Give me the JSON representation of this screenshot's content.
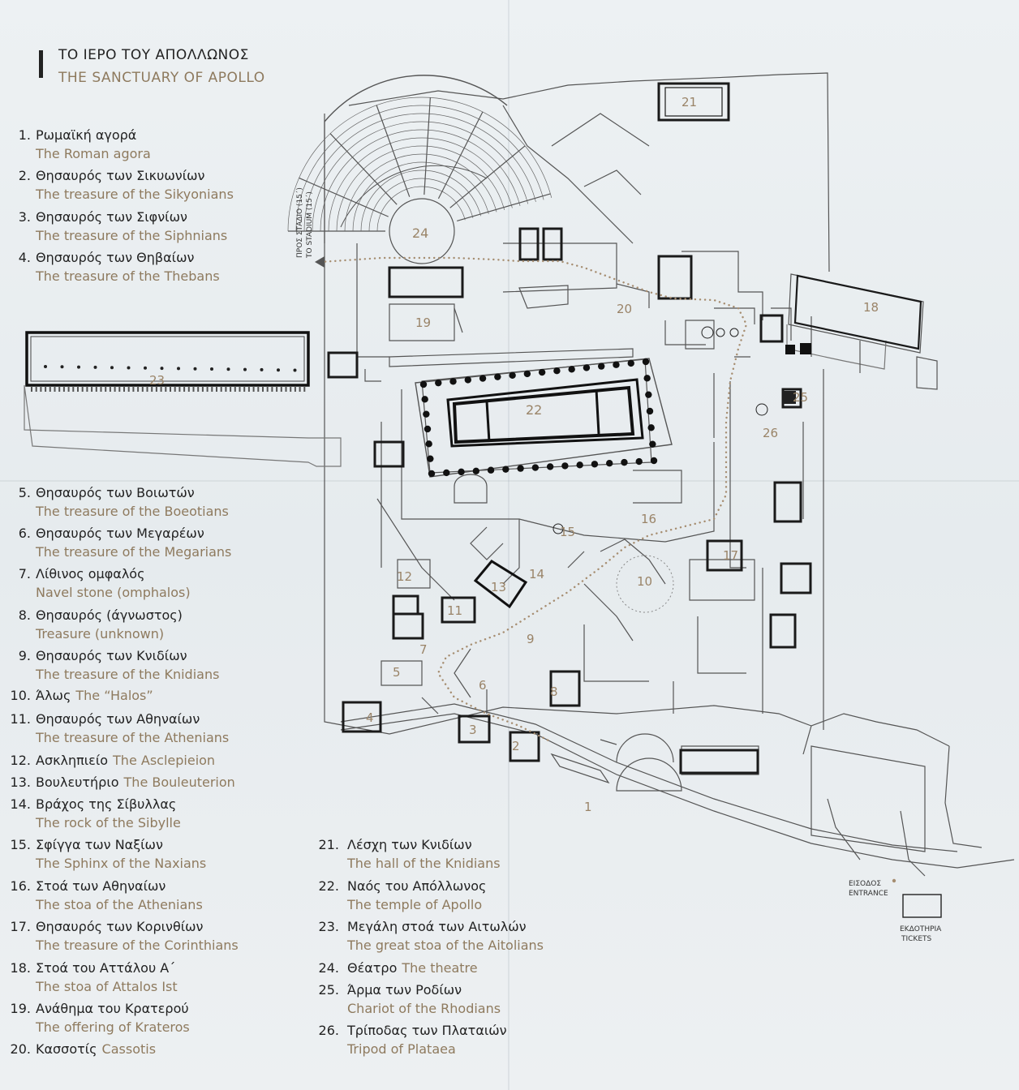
{
  "title": {
    "greek": "ΤΟ ΙΕΡΟ ΤΟΥ ΑΠΟΛΛΩΝΟΣ",
    "english": "THE SANCTUARY OF APOLLO"
  },
  "legend": [
    {
      "num": "1.",
      "gr": "Ρωμαϊκή αγορά",
      "en": "The Roman agora"
    },
    {
      "num": "2.",
      "gr": "Θησαυρός των Σικυωνίων",
      "en": "The treasure of the Sikyonians"
    },
    {
      "num": "3.",
      "gr": "Θησαυρός των Σιφνίων",
      "en": "The treasure of the Siphnians"
    },
    {
      "num": "4.",
      "gr": "Θησαυρός των Θηβαίων",
      "en": "The treasure of the Thebans"
    },
    {
      "num": "5.",
      "gr": "Θησαυρός των Βοιωτών",
      "en": "The treasure of the Boeotians"
    },
    {
      "num": "6.",
      "gr": "Θησαυρός των Μεγαρέων",
      "en": "The treasure of the Megarians"
    },
    {
      "num": "7.",
      "gr": "Λίθινος ομφαλός",
      "en": "Navel stone (omphalos)"
    },
    {
      "num": "8.",
      "gr": "Θησαυρός (άγνωστος)",
      "en": "Treasure (unknown)"
    },
    {
      "num": "9.",
      "gr": "Θησαυρός των Κνιδίων",
      "en": "The treasure of the Knidians"
    },
    {
      "num": "10.",
      "gr": "Άλως",
      "en": "The “Halos”"
    },
    {
      "num": "11.",
      "gr": "Θησαυρός των Αθηναίων",
      "en": "The treasure of the Athenians"
    },
    {
      "num": "12.",
      "gr": "Ασκληπιείο",
      "en": "The Asclepieion"
    },
    {
      "num": "13.",
      "gr": "Βουλευτήριο",
      "en": "The Bouleuterion"
    },
    {
      "num": "14.",
      "gr": "Βράχος της Σίβυλλας",
      "en": "The rock of the Sibylle"
    },
    {
      "num": "15.",
      "gr": "Σφίγγα των Ναξίων",
      "en": "The Sphinx of the Naxians"
    },
    {
      "num": "16.",
      "gr": "Στοά των Αθηναίων",
      "en": "The stoa of the Athenians"
    },
    {
      "num": "17.",
      "gr": "Θησαυρός των Κορινθίων",
      "en": "The treasure of the Corinthians"
    },
    {
      "num": "18.",
      "gr": "Στοά του Αττάλου Α΄",
      "en": "The stoa of Attalos Ist"
    },
    {
      "num": "19.",
      "gr": "Ανάθημα του Κρατερού",
      "en": "The offering of Krateros"
    },
    {
      "num": "20.",
      "gr": "Κασσοτίς",
      "en": "Cassotis"
    },
    {
      "num": "21.",
      "gr": "Λέσχη των Κνιδίων",
      "en": "The hall of the Knidians"
    },
    {
      "num": "22.",
      "gr": "Ναός του Απόλλωνος",
      "en": "The temple of Apollo"
    },
    {
      "num": "23.",
      "gr": "Μεγάλη στοά των Αιτωλών",
      "en": "The great stoa of the Aitolians"
    },
    {
      "num": "24.",
      "gr": "Θέατρο",
      "en": "The theatre"
    },
    {
      "num": "25.",
      "gr": "Άρμα των Ροδίων",
      "en": "Chariot of the Rhodians"
    },
    {
      "num": "26.",
      "gr": "Τρίποδας των Πλαταιών",
      "en": "Tripod of Plataea"
    }
  ],
  "map": {
    "labels": [
      "1",
      "2",
      "3",
      "4",
      "5",
      "6",
      "7",
      "8",
      "9",
      "10",
      "11",
      "12",
      "13",
      "14",
      "15",
      "16",
      "17",
      "18",
      "19",
      "20",
      "21",
      "22",
      "23",
      "24",
      "25",
      "26"
    ],
    "stadium_gr": "ΠΡΟΣ ΣΤΑΔΙΟ (15΄)",
    "stadium_en": "TO STADIUM (15΄)",
    "entrance_gr": "ΕΙΣΟΔΟΣ",
    "entrance_en": "ENTRANCE",
    "tickets_gr": "ΕΚΔΟΤΗΡΙΑ",
    "tickets_en": "TICKETS"
  },
  "colors": {
    "ink": "#222222",
    "label_brown": "#8e7a5e",
    "path": "#a68d70",
    "paper": "#e9edf0"
  }
}
